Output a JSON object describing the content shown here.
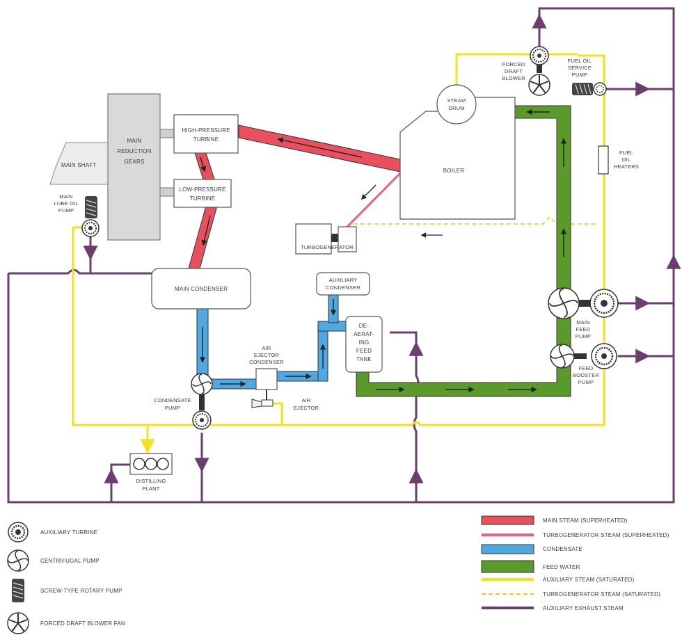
{
  "colors": {
    "main_steam": "#e8505e",
    "turbogen_steam": "#f0607a",
    "condensate": "#4fa8e0",
    "feed_water": "#5a9a2a",
    "aux_steam": "#f5e11a",
    "aux_exhaust": "#6a3e6e",
    "line_outline": "#333333"
  },
  "components": {
    "main_reduction_gears": [
      "MAIN",
      "REDUCTION",
      "GEARS"
    ],
    "main_shaft": "MAIN SHAFT",
    "high_pressure_turbine": [
      "HIGH-PRESSURE",
      "TURBINE"
    ],
    "low_pressure_turbine": [
      "LOW-PRESSURE",
      "TURBINE"
    ],
    "main_lube_oil_pump": [
      "MAIN",
      "LUBE OIL",
      "PUMP"
    ],
    "main_condenser": "MAIN CONDENSER",
    "turbogenerator": "TURBOGENERATOR",
    "auxiliary_condenser": [
      "AUXILIARY",
      "CONDENSER"
    ],
    "deaerating_feed_tank": [
      "DE-",
      "AERAT-",
      "ING",
      "FEED",
      "TANK"
    ],
    "air_ejector_condenser": [
      "AIR",
      "EJECTOR",
      "CONDENSER"
    ],
    "air_ejector": [
      "AIR",
      "EJECTOR"
    ],
    "condensate_pump": [
      "CONDENSATE",
      "PUMP"
    ],
    "distilling_plant": [
      "DISTILLING",
      "PLANT"
    ],
    "boiler": "BOILER",
    "steam_drum": [
      "STEAM",
      "DRUM"
    ],
    "forced_draft_blower": [
      "FORCED",
      "DRAFT",
      "BLOWER"
    ],
    "fuel_oil_service_pump": [
      "FUEL OIL",
      "SERVICE",
      "PUMP"
    ],
    "fuel_oil_heaters": [
      "FUEL",
      "OIL",
      "HEATERS"
    ],
    "main_feed_pump": [
      "MAIN",
      "FEED",
      "PUMP"
    ],
    "feed_booster_pump": [
      "FEED",
      "BOOSTER",
      "PUMP"
    ]
  },
  "symbol_legend": [
    {
      "icon": "auxiliary-turbine-icon",
      "label": "AUXILIARY TURBINE"
    },
    {
      "icon": "centrifugal-pump-icon",
      "label": "CENTRIFUGAL PUMP"
    },
    {
      "icon": "screw-type-rotary-pump-icon",
      "label": "SCREW-TYPE ROTARY PUMP"
    },
    {
      "icon": "forced-draft-blower-fan-icon",
      "label": "FORCED DRAFT BLOWER FAN"
    }
  ],
  "line_legend": [
    {
      "label": "MAIN STEAM (SUPERHEATED)",
      "color": "#e8505e",
      "style": "thick"
    },
    {
      "label": "TURBOGENERATOR STEAM (SUPERHEATED)",
      "color": "#f0607a",
      "style": "thin"
    },
    {
      "label": "CONDENSATE",
      "color": "#4fa8e0",
      "style": "thick"
    },
    {
      "label": "FEED WATER",
      "color": "#5a9a2a",
      "style": "thick"
    },
    {
      "label": "AUXILIARY STEAM (SATURATED)",
      "color": "#f5e11a",
      "style": "thin"
    },
    {
      "label": "TURBOGENERATOR STEAM (SATURATED)",
      "color": "#f5e11a",
      "style": "dashed"
    },
    {
      "label": "AUXILIARY EXHAUST STEAM",
      "color": "#6a3e6e",
      "style": "thin"
    }
  ]
}
